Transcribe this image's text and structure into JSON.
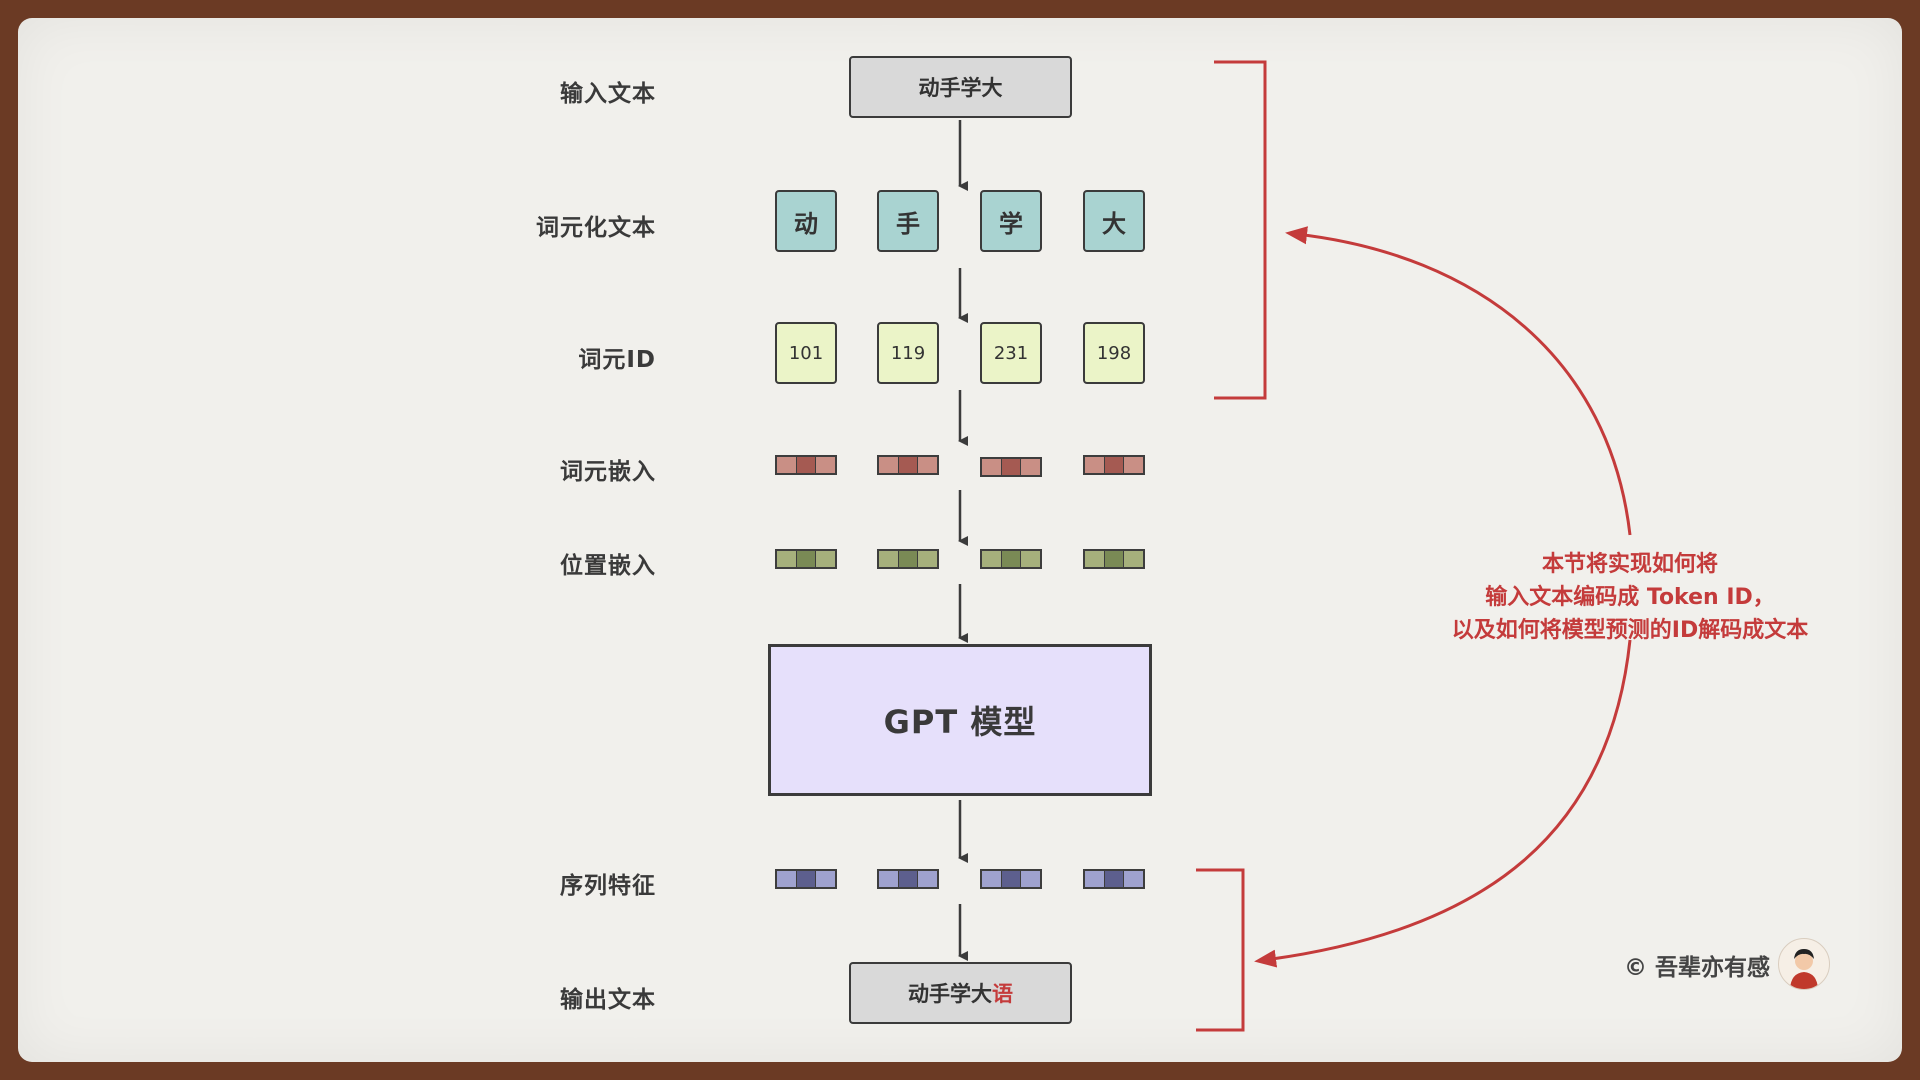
{
  "rows": {
    "input_text": "输入文本",
    "tokenized_text": "词元化文本",
    "token_id": "词元ID",
    "token_embedding": "词元嵌入",
    "position_embedding": "位置嵌入",
    "sequence_feature": "序列特征",
    "output_text": "输出文本"
  },
  "input_box": "动手学大",
  "tokens": [
    "动",
    "手",
    "学",
    "大"
  ],
  "ids": [
    "101",
    "119",
    "231",
    "198"
  ],
  "gpt_label": "GPT 模型",
  "output_box": {
    "prefix": "动手学大",
    "highlight": "语"
  },
  "note": [
    "本节将实现如何将",
    "输入文本编码成 Token ID，",
    "以及如何将模型预测的ID解码成文本"
  ],
  "copyright": "© 吾辈亦有感",
  "colors": {
    "accent_red": "#c43b3b",
    "token_fill": "#a9d3d1",
    "id_fill": "#ebf4c8",
    "gpt_fill": "#e6e0fb"
  }
}
